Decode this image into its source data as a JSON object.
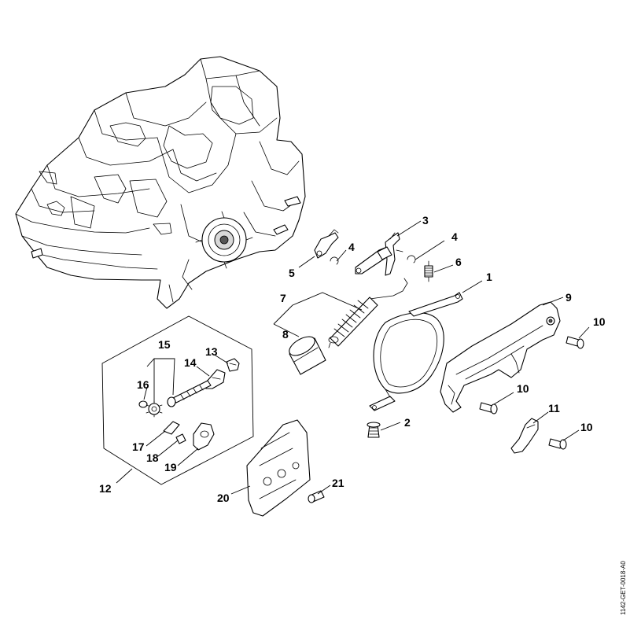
{
  "diagram": {
    "reference_code": "1142-GET-0018-A0",
    "callouts": [
      {
        "id": "1",
        "text": "1"
      },
      {
        "id": "2",
        "text": "2"
      },
      {
        "id": "3",
        "text": "3"
      },
      {
        "id": "4a",
        "text": "4"
      },
      {
        "id": "4b",
        "text": "4"
      },
      {
        "id": "5",
        "text": "5"
      },
      {
        "id": "6",
        "text": "6"
      },
      {
        "id": "7",
        "text": "7"
      },
      {
        "id": "8",
        "text": "8"
      },
      {
        "id": "9",
        "text": "9"
      },
      {
        "id": "10a",
        "text": "10"
      },
      {
        "id": "10b",
        "text": "10"
      },
      {
        "id": "10c",
        "text": "10"
      },
      {
        "id": "11",
        "text": "11"
      },
      {
        "id": "12",
        "text": "12"
      },
      {
        "id": "13",
        "text": "13"
      },
      {
        "id": "14",
        "text": "14"
      },
      {
        "id": "15",
        "text": "15"
      },
      {
        "id": "16",
        "text": "16"
      },
      {
        "id": "17",
        "text": "17"
      },
      {
        "id": "18",
        "text": "18"
      },
      {
        "id": "19",
        "text": "19"
      },
      {
        "id": "20",
        "text": "20"
      },
      {
        "id": "21",
        "text": "21"
      }
    ]
  }
}
